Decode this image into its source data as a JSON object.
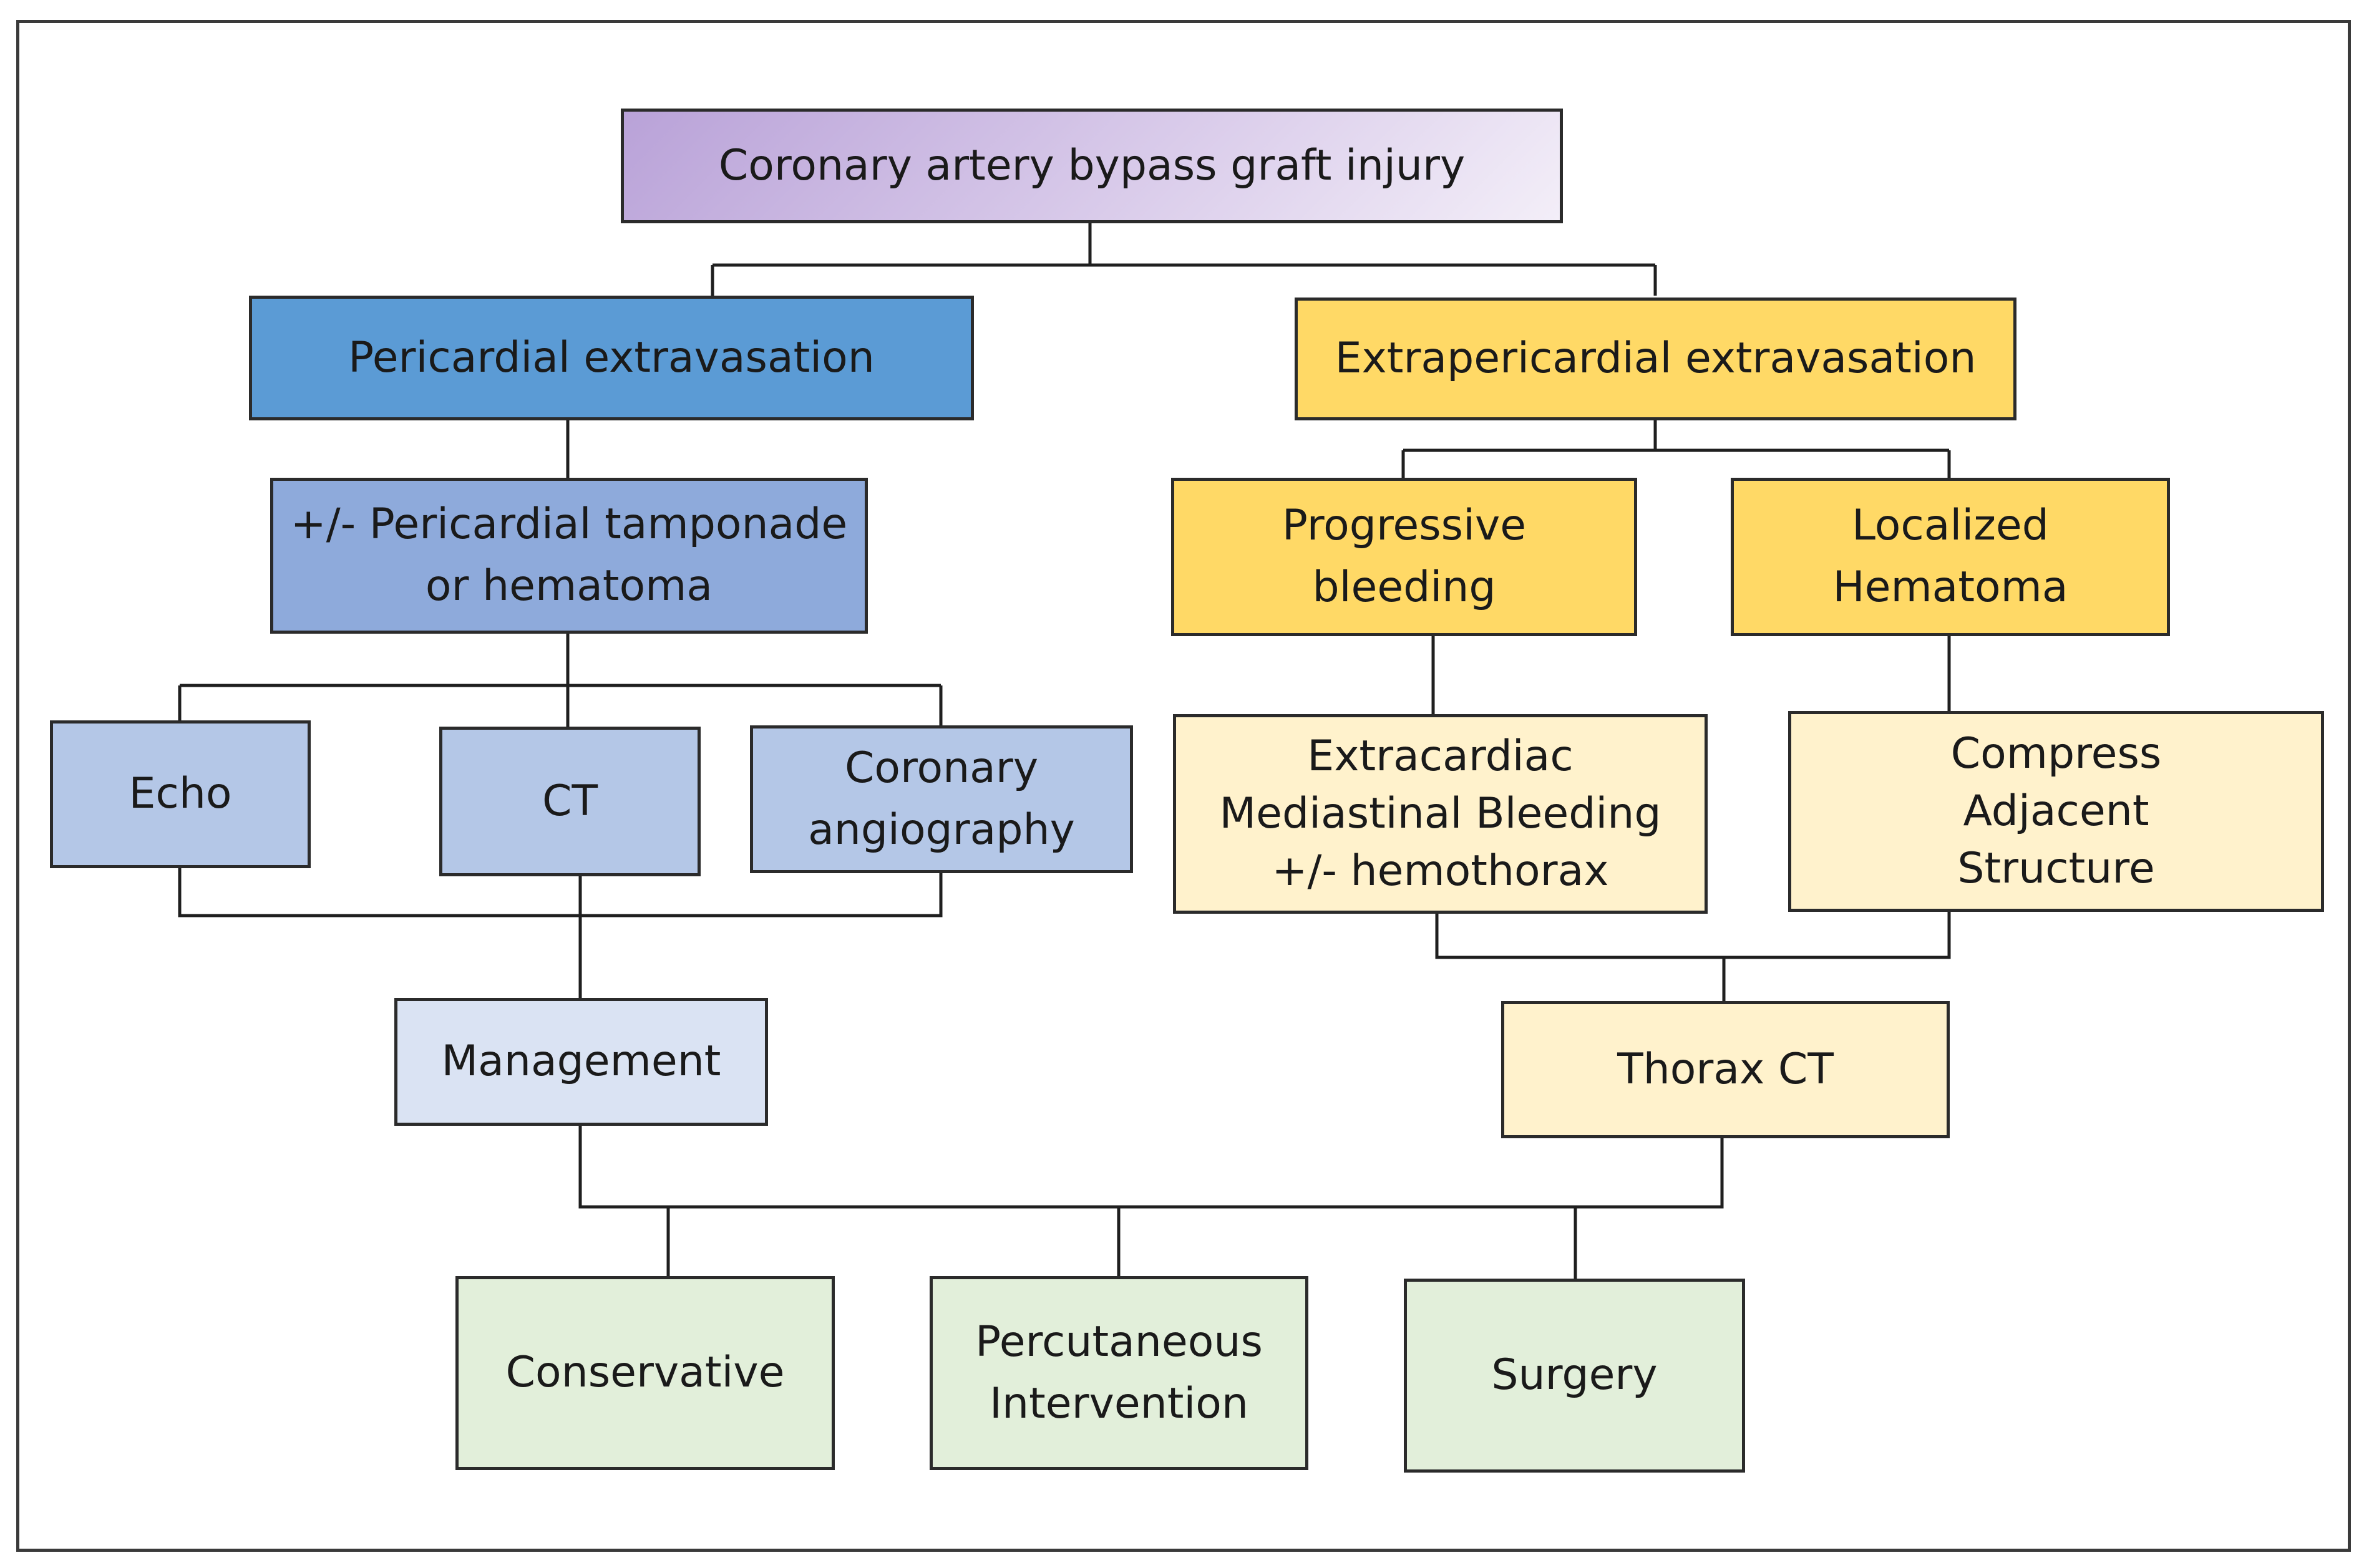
{
  "nodes": {
    "root": {
      "label": "Coronary artery bypass graft injury"
    },
    "pericardial": {
      "label": "Pericardial extravasation"
    },
    "extrapericardial": {
      "label": "Extrapericardial extravasation"
    },
    "tamponade": {
      "lines": [
        "+/- Pericardial tamponade",
        "or hematoma"
      ]
    },
    "progressive": {
      "lines": [
        "Progressive",
        "bleeding"
      ]
    },
    "localized": {
      "lines": [
        "Localized",
        "Hematoma"
      ]
    },
    "echo": {
      "label": "Echo"
    },
    "ct": {
      "label": "CT"
    },
    "angiography": {
      "lines": [
        "Coronary",
        "angiography"
      ]
    },
    "extracardiac": {
      "lines": [
        "Extracardiac",
        "Mediastinal Bleeding",
        "+/- hemothorax"
      ]
    },
    "compress": {
      "lines": [
        "Compress",
        "Adjacent",
        "Structure"
      ]
    },
    "management": {
      "label": "Management"
    },
    "thorax_ct": {
      "label": "Thorax CT"
    },
    "conservative": {
      "label": "Conservative"
    },
    "percutaneous": {
      "lines": [
        "Percutaneous",
        "Intervention"
      ]
    },
    "surgery": {
      "label": "Surgery"
    }
  },
  "colors": {
    "purple_gradient": [
      "#b9a2d8",
      "#f3eef8"
    ],
    "blue_dark": "#5b9bd5",
    "blue_mid": "#8eaadb",
    "blue_light": "#b4c7e7",
    "blue_pale": "#dae3f3",
    "yellow_dark": "#ffd966",
    "yellow_light": "#fff2cc",
    "green_light": "#e2efda",
    "line": "#1f1f1f"
  }
}
